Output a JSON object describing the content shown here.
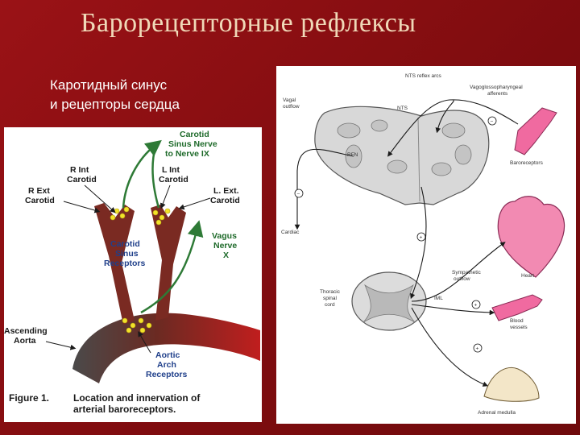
{
  "title": "Барорецепторные рефлексы",
  "subtitle_lines": [
    "Каротидный синус",
    "и рецепторы сердца"
  ],
  "left_figure": {
    "labels": {
      "carotid_sinus_nerve": [
        "Carotid",
        "Sinus Nerve",
        "to Nerve IX"
      ],
      "r_int_carotid": [
        "R  Int",
        "Carotid"
      ],
      "l_int_carotid": [
        "L  Int",
        "Carotid"
      ],
      "r_ext_carotid": [
        "R  Ext",
        "Carotid"
      ],
      "l_ext_carotid": [
        "L. Ext.",
        "Carotid"
      ],
      "vagus_nerve": [
        "Vagus",
        "Nerve",
        "X"
      ],
      "carotid_sinus_receptors": [
        "Carotid",
        "Sinus",
        "Receptors"
      ],
      "ascending_aorta": [
        "Ascending",
        "Aorta"
      ],
      "aortic_arch_receptors": [
        "Aortic",
        "Arch",
        "Receptors"
      ]
    },
    "caption_label": "Figure 1.",
    "caption_lines": [
      "Location and innervation of",
      "arterial baroreceptors."
    ],
    "colors": {
      "artery": "#7a2a22",
      "nerve": "#2e7a36",
      "receptor": "#f2e22a",
      "label_blue": "#1f3f8a"
    }
  },
  "right_figure": {
    "labels": {
      "nts_reflex_arcs": "NTS reflex arcs",
      "vagal_outflow": [
        "Vagal",
        "outflow"
      ],
      "nts": "NTS",
      "vagoglossopharyngeal": [
        "Vagoglossopharyngeal",
        "afferents"
      ],
      "rfn": "RFN",
      "baroreceptors": "Baroreceptors",
      "cardiac": "Cardiac",
      "heart": "Heart",
      "sympathetic_outflow": [
        "Sympathetic",
        "outflow"
      ],
      "thoracic_spinal_cord": [
        "Thoracic",
        "spinal",
        "cord"
      ],
      "iml": "IML",
      "blood_vessels": [
        "Blood",
        "vessels"
      ],
      "adrenal_medulla": "Adrenal medulla"
    },
    "signs": {
      "plus": "+",
      "minus": "−"
    }
  }
}
